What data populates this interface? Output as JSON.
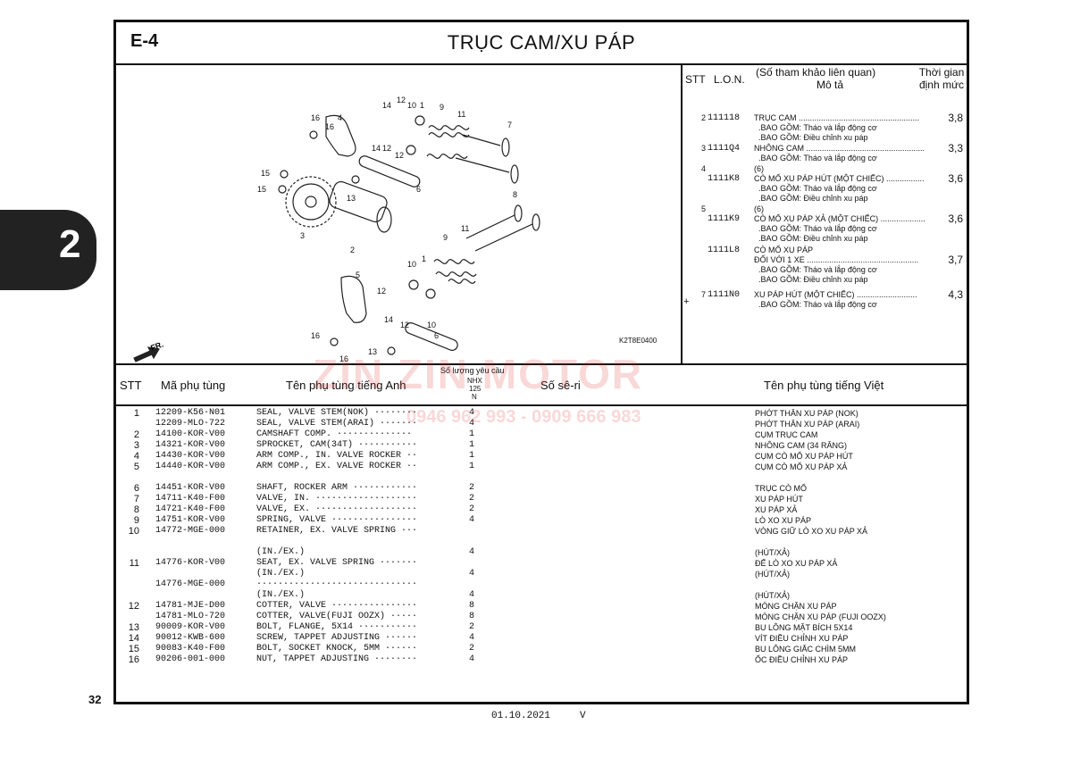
{
  "section": "E-4",
  "title": "TRỤC CAM/XU PÁP",
  "side_tab": "2",
  "page_number": "32",
  "footer": {
    "date": "01.10.2021",
    "version": "V"
  },
  "figure_code": "K2T8E0400",
  "fr_arrow": "FR.",
  "labor_header": {
    "stt": "STT",
    "lon": "L.O.N.",
    "ref": "(Số tham khảo liên quan)",
    "desc": "Mô tả",
    "time": "Thời gian định mức"
  },
  "labor": [
    {
      "stt": "2",
      "lon": "111118",
      "desc": [
        "TRỤC CAM ......................................................",
        "  .BAO GỒM: Tháo và lắp động cơ",
        "  .BAO GỒM: Điều chỉnh xu páp"
      ],
      "time": "3,8",
      "plus": ""
    },
    {
      "stt": "3",
      "lon": "1111Q4",
      "desc": [
        "NHÔNG CAM .....................................................",
        "  .BAO GỒM: Tháo và lắp động cơ"
      ],
      "time": "3,3",
      "plus": ""
    },
    {
      "stt": "4",
      "lon": "1111K8",
      "desc": [
        "(6)",
        "CÒ MỔ XU PÁP HÚT (MỘT CHIẾC) .................",
        "  .BAO GỒM: Tháo và lắp động cơ",
        "  .BAO GỒM: Điều chỉnh xu páp"
      ],
      "time": "3,6",
      "plus": ""
    },
    {
      "stt": "5",
      "lon": "1111K9",
      "desc": [
        "(6)",
        "CÒ MỔ XU PÁP XẢ (MỘT CHIẾC) ....................",
        "  .BAO GỒM: Tháo và lắp động cơ",
        "  .BAO GỒM: Điều chỉnh xu páp"
      ],
      "time": "3,6",
      "plus": ""
    },
    {
      "stt": "",
      "lon": "1111L8",
      "desc": [
        "CÒ MỔ XU PÁP",
        "ĐỐI VỚI 1 XE ..................................................",
        "  .BAO GỒM: Tháo và lắp động cơ",
        "  .BAO GỒM: Điều chỉnh xu páp"
      ],
      "time": "3,7",
      "plus": ""
    },
    {
      "stt": "7",
      "lon": "1111N0",
      "desc": [
        "XU PÁP HÚT (MỘT CHIẾC) ...........................",
        "  .BAO GỒM: Tháo và lắp động cơ"
      ],
      "time": "4,3",
      "plus": "+"
    }
  ],
  "parts_header": {
    "stt": "STT",
    "part_no": "Mã phụ tùng",
    "en": "Tên phụ tùng tiếng Anh",
    "qty_label": "Số lượng yêu cầu",
    "qty_model": "NHX",
    "qty_sub": "125",
    "qty_n": "N",
    "serial": "Số sê-ri",
    "vn": "Tên phụ tùng tiếng Việt"
  },
  "parts": [
    {
      "no": "1",
      "pn": "12209-K56-N01",
      "en": "SEAL, VALVE STEM(NOK) ········",
      "q": "4",
      "vn": "PHỚT THÂN XU PÁP (NOK)"
    },
    {
      "no": "",
      "pn": "12209-MLO-722",
      "en": "SEAL, VALVE STEM(ARAI) ·······",
      "q": "4",
      "vn": "PHỚT THÂN XU PÁP (ARAI)"
    },
    {
      "no": "2",
      "pn": "14100-KOR-V00",
      "en": "CAMSHAFT COMP. ··············",
      "q": "1",
      "vn": "CỤM TRỤC CAM"
    },
    {
      "no": "3",
      "pn": "14321-KOR-V00",
      "en": "SPROCKET, CAM(34T) ···········",
      "q": "1",
      "vn": "NHÔNG CAM (34 RĂNG)"
    },
    {
      "no": "4",
      "pn": "14430-KOR-V00",
      "en": "ARM COMP., IN. VALVE ROCKER ··",
      "q": "1",
      "vn": "CỤM CÒ MỔ XU PÁP HÚT"
    },
    {
      "no": "5",
      "pn": "14440-KOR-V00",
      "en": "ARM COMP., EX. VALVE ROCKER ··",
      "q": "1",
      "vn": "CỤM CÒ MỔ XU PÁP XẢ"
    },
    {
      "no": "6",
      "pn": "14451-KOR-V00",
      "en": "SHAFT, ROCKER ARM ············",
      "q": "2",
      "vn": "TRỤC CÒ MỔ"
    },
    {
      "no": "7",
      "pn": "14711-K40-F00",
      "en": "VALVE, IN. ···················",
      "q": "2",
      "vn": "XU PÁP HÚT"
    },
    {
      "no": "8",
      "pn": "14721-K40-F00",
      "en": "VALVE, EX. ···················",
      "q": "2",
      "vn": "XU PÁP XẢ"
    },
    {
      "no": "9",
      "pn": "14751-KOR-V00",
      "en": "SPRING, VALVE ················",
      "q": "4",
      "vn": "LÒ XO XU PÁP"
    },
    {
      "no": "10",
      "pn": "14772-MGE-000",
      "en": "RETAINER, EX. VALVE SPRING ···",
      "q": "",
      "vn": "VÒNG GIỮ LÒ XO XU PÁP XẢ"
    },
    {
      "no": "",
      "pn": "",
      "en": "(IN./EX.)",
      "q": "4",
      "vn": "(HÚT/XẢ)"
    },
    {
      "no": "11",
      "pn": "14776-KOR-V00",
      "en": "SEAT, EX. VALVE SPRING ·······",
      "q": "",
      "vn": "ĐẾ LÒ XO XU PÁP XẢ"
    },
    {
      "no": "",
      "pn": "",
      "en": "(IN./EX.)",
      "q": "4",
      "vn": "(HÚT/XẢ)"
    },
    {
      "no": "",
      "pn": "14776-MGE-000",
      "en": "······························",
      "q": "",
      "vn": ""
    },
    {
      "no": "",
      "pn": "",
      "en": "(IN./EX.)",
      "q": "4",
      "vn": "(HÚT/XẢ)"
    },
    {
      "no": "12",
      "pn": "14781-MJE-D00",
      "en": "COTTER, VALVE ················",
      "q": "8",
      "vn": "MÓNG CHẶN XU PÁP"
    },
    {
      "no": "",
      "pn": "14781-MLO-720",
      "en": "COTTER, VALVE(FUJI OOZX) ·····",
      "q": "8",
      "vn": "MÓNG CHẶN XU PÁP (FUJI OOZX)"
    },
    {
      "no": "13",
      "pn": "90009-KOR-V00",
      "en": "BOLT, FLANGE, 5X14 ···········",
      "q": "2",
      "vn": "BU LÔNG MẶT BÍCH 5X14"
    },
    {
      "no": "14",
      "pn": "90012-KWB-600",
      "en": "SCREW, TAPPET ADJUSTING ······",
      "q": "4",
      "vn": "VÍT ĐIỀU CHỈNH XU PÁP"
    },
    {
      "no": "15",
      "pn": "90083-K40-F00",
      "en": "BOLT, SOCKET KNOCK, 5MM ······",
      "q": "2",
      "vn": "BU LÔNG GIẮC CHÌM 5MM"
    },
    {
      "no": "16",
      "pn": "90206-001-000",
      "en": "NUT, TAPPET ADJUSTING ········",
      "q": "4",
      "vn": "ỐC ĐIỀU CHỈNH XU PÁP"
    }
  ],
  "watermark": {
    "brand": "ZIN ZIN MOTOR",
    "phone": "0946 962 993 - 0909 666 983"
  },
  "callouts": [
    "14",
    "12",
    "10",
    "1",
    "9",
    "11",
    "7",
    "16",
    "4",
    "16",
    "14",
    "12",
    "12",
    "6",
    "15",
    "15",
    "13",
    "8",
    "3",
    "2",
    "9",
    "11",
    "10",
    "1",
    "5",
    "12",
    "14",
    "12",
    "10",
    "16",
    "16",
    "13",
    "6"
  ]
}
